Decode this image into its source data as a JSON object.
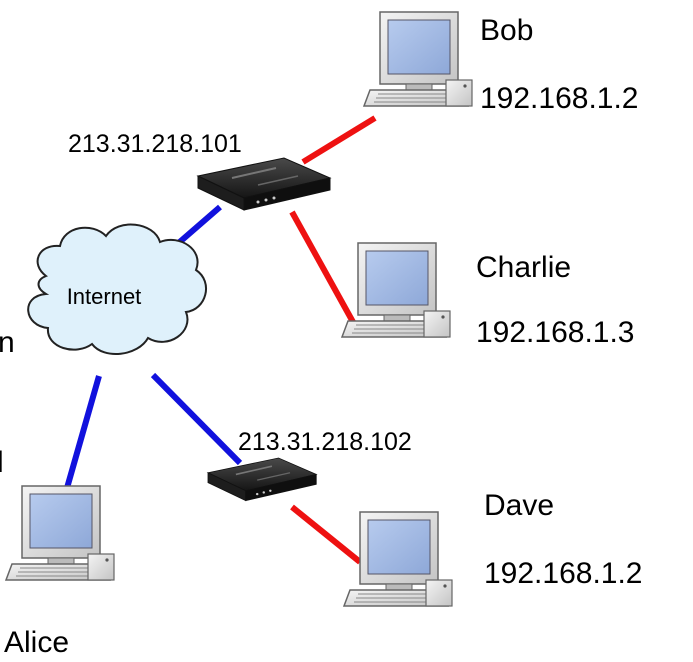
{
  "colors": {
    "lan_link": "#ee1111",
    "wan_link": "#1111dd",
    "cloud_fill": "#dff1fb",
    "screen": "#9db6e0",
    "router_body": "#2b2b2b"
  },
  "cloud": {
    "label": "Internet",
    "icon": "cloud-icon"
  },
  "routers": [
    {
      "id": "router-1",
      "ip": "213.31.218.101",
      "icon": "router-icon"
    },
    {
      "id": "router-2",
      "ip": "213.31.218.102",
      "icon": "router-icon"
    }
  ],
  "computers": [
    {
      "id": "bob",
      "name": "Bob",
      "ip": "192.168.1.2",
      "icon": "computer-icon"
    },
    {
      "id": "charlie",
      "name": "Charlie",
      "ip": "192.168.1.3",
      "icon": "computer-icon"
    },
    {
      "id": "dave",
      "name": "Dave",
      "ip": "192.168.1.2",
      "icon": "computer-icon"
    },
    {
      "id": "alice",
      "name": "Alice",
      "icon": "computer-icon"
    }
  ],
  "clipped_edge_text": [
    "n",
    "l"
  ]
}
